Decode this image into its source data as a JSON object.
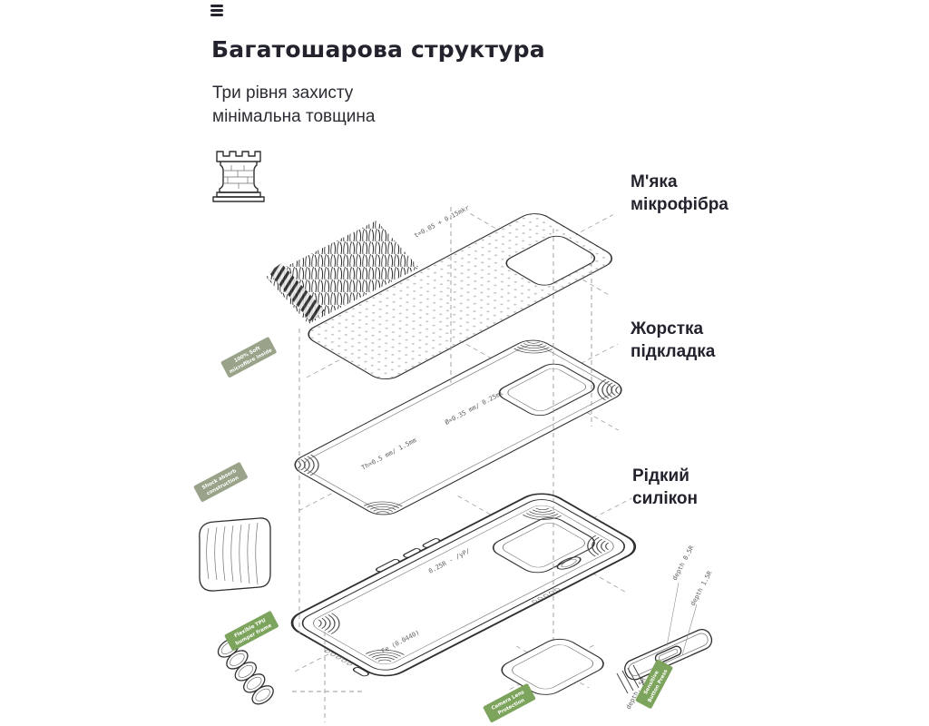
{
  "theme": {
    "ink": "#23232e",
    "line": "#2f2f2f",
    "muted": "#707070",
    "dash": "#9a9a9a",
    "tag_olive": "#99a389",
    "tag_green": "#7da45c",
    "ann": "#5f5f5f",
    "dot": "#c4c4c4"
  },
  "icons": {
    "menu": "hamburger-menu",
    "castle": "fortress-tower"
  },
  "header": {
    "title": "Багатошарова структура",
    "subtitle_line1": "Три рівня захисту",
    "subtitle_line2": "мінімальна товщина"
  },
  "layer_labels": [
    {
      "line1": "М'яка",
      "line2": "мікрофібра"
    },
    {
      "line1": "Жорстка",
      "line2": "підкладка"
    },
    {
      "line1": "Рідкий",
      "line2": "силікон"
    }
  ],
  "annotations": {
    "a1": "t=0.05 + 0.15mkr",
    "a2": "Ø=0.35 mm/ 0.25ml",
    "a3": "Th=0.5 mm/ 1.5mm",
    "a4": "0.25R - /yP/",
    "a5": "Fe (0.0440)",
    "a6": "depth 0.5R",
    "a7": "depth 1.5R",
    "a8": "depth. 5R"
  },
  "tags": {
    "t1_line1": "100% Soft",
    "t1_line2": "microfibre inside",
    "t2_line1": "Shock absorb",
    "t2_line2": "construction",
    "t3_line1": "Flexible TPU",
    "t3_line2": "bumper frame",
    "t4_line1": "Camera Lens",
    "t4_line2": "Protection",
    "t5_line1": "Sensitive",
    "t5_line2": "Button Press"
  }
}
